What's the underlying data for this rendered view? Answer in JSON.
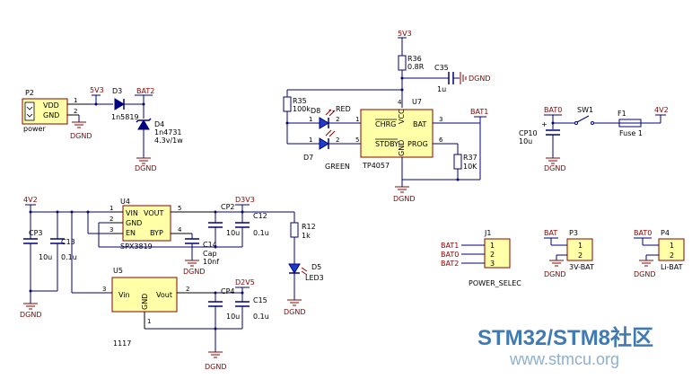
{
  "nets": {
    "v5_top": "5V3",
    "v5_power": "5V3",
    "bat2": "BAT2",
    "bat1": "BAT1",
    "bat0": "BAT0",
    "v4_fuse": "4V2",
    "v4_reg": "4V2",
    "d3v3": "D3V3",
    "d2v5": "D2V5",
    "bat_p3": "BAT",
    "bat0_p4": "BAT0",
    "j1_bat1": "BAT1",
    "j1_bat0": "BAT0",
    "j1_bat2": "BAT2",
    "dgnd": "DGND"
  },
  "parts": {
    "p2": {
      "ref": "P2",
      "pin1": "VDD",
      "pin2": "GND",
      "label": "power",
      "n1": "1",
      "n2": "2"
    },
    "d3": {
      "ref": "D3",
      "value": "1n5819"
    },
    "d4": {
      "ref": "D4",
      "value": "1n4731",
      "value2": "4.3v/1w"
    },
    "r36": {
      "ref": "R36",
      "value": "0.8R"
    },
    "c35": {
      "ref": "C35",
      "value": "1u"
    },
    "r35": {
      "ref": "R35",
      "value": "100k"
    },
    "d8": {
      "ref": "D8",
      "value": "RED"
    },
    "d7": {
      "ref": "D7",
      "value": "GREEN"
    },
    "u7": {
      "ref": "U7",
      "value": "TP4057",
      "chrg": "CHRG",
      "stdby": "STDBY",
      "bat": "BAT",
      "prog": "PROG",
      "vcc": "VCC",
      "gnd": "GND",
      "p1": "1",
      "p5": "5",
      "p3": "3",
      "p6": "6",
      "p4": "4",
      "p2": "2"
    },
    "r37": {
      "ref": "R37",
      "value": "10K"
    },
    "cp10": {
      "ref": "CP10",
      "value": "10u"
    },
    "sw1": {
      "ref": "SW1"
    },
    "f1": {
      "ref": "F1",
      "value": "Fuse 1"
    },
    "u4": {
      "ref": "U4",
      "value": "SPX3819",
      "vin": "VIN",
      "vout": "VOUT",
      "gnd": "GND",
      "en": "EN",
      "byp": "BYP",
      "p1": "1",
      "p2": "2",
      "p3": "3",
      "p4": "4",
      "p5": "5"
    },
    "cp3": {
      "ref": "CP3",
      "value": "10u"
    },
    "c13": {
      "ref": "C13",
      "value": "0.1u"
    },
    "cp2": {
      "ref": "CP2",
      "value": "10u"
    },
    "c12": {
      "ref": "C12",
      "value": "0.1u"
    },
    "c14": {
      "ref": "C14",
      "value": "Cap",
      "value2": "10nf"
    },
    "r12": {
      "ref": "R12",
      "value": "1k"
    },
    "d5": {
      "ref": "D5",
      "value": "LED3"
    },
    "u5": {
      "ref": "U5",
      "value": "1117",
      "vin": "Vin",
      "vout": "Vout",
      "gnd": "GND",
      "p3": "3",
      "p2": "2",
      "p1": "1"
    },
    "cp4": {
      "ref": "CP4",
      "value": "10u"
    },
    "c15": {
      "ref": "C15",
      "value": "0.1u"
    },
    "j1": {
      "ref": "J1",
      "label": "POWER_SELEC",
      "p1": "1",
      "p2": "2",
      "p3": "3"
    },
    "p3": {
      "ref": "P3",
      "label": "3V-BAT",
      "p1": "1",
      "p2": "2"
    },
    "p4": {
      "ref": "P4",
      "label": "Li-BAT",
      "p1": "1",
      "p2": "2"
    }
  },
  "watermark": {
    "line1": "STM32/STM8社区",
    "line2": "www.stmcu.org"
  }
}
